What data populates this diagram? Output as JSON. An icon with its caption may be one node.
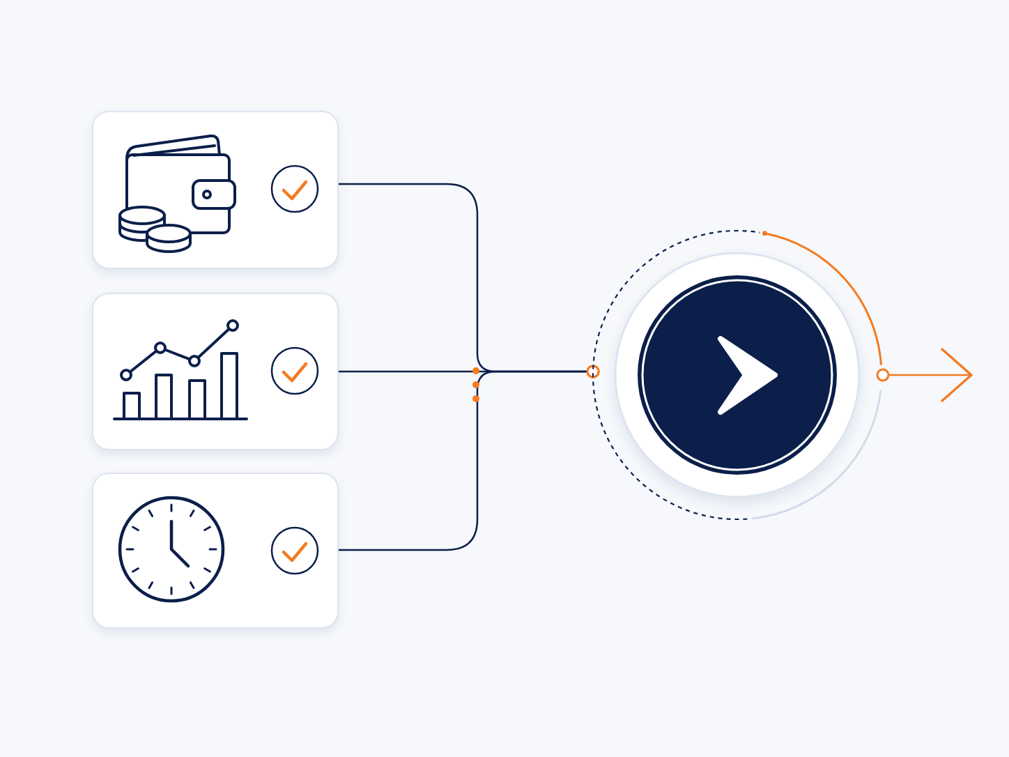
{
  "diagram": {
    "nodes": [
      {
        "text": [],
        "shape": "box"
      },
      {
        "text": [],
        "shape": "box"
      },
      {
        "text": [],
        "shape": "box"
      },
      {
        "text": [],
        "shape": "circle"
      }
    ],
    "edges": [
      {
        "from": 0,
        "to": 3,
        "arrow": "other"
      },
      {
        "from": 1,
        "to": 3,
        "arrow": "other"
      },
      {
        "from": 2,
        "to": 3,
        "arrow": "other"
      },
      {
        "from": 3,
        "to": null,
        "arrow": "to",
        "color": "#f47b20"
      }
    ]
  }
}
